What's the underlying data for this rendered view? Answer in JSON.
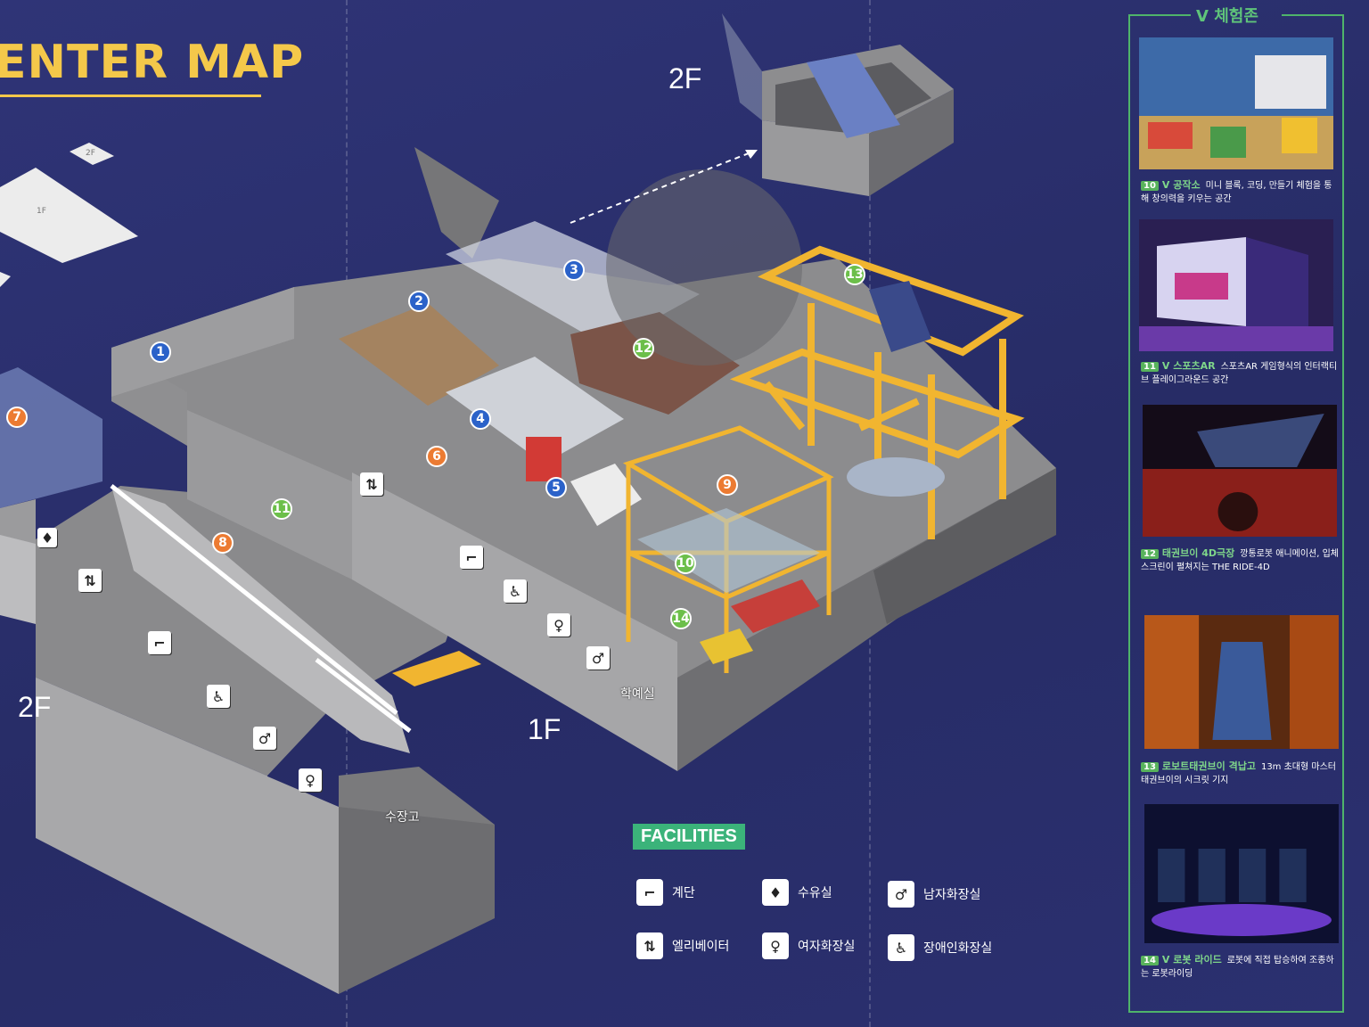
{
  "title": "ENTER MAP",
  "floors": {
    "upper_right": "2F",
    "left": "2F",
    "center": "1F",
    "mini_2f": "2F",
    "mini_1f": "1F"
  },
  "rooms": {
    "classroom": "학예실",
    "storage": "수장고"
  },
  "markers": [
    "1",
    "2",
    "3",
    "4",
    "5",
    "6",
    "7",
    "8",
    "9",
    "10",
    "11",
    "12",
    "13",
    "14"
  ],
  "facilities": {
    "title": "FACILITIES",
    "items": [
      {
        "icon": "stairs-icon",
        "glyph": "⌐",
        "label": "계단"
      },
      {
        "icon": "nursing-room-icon",
        "glyph": "♦",
        "label": "수유실"
      },
      {
        "icon": "mens-restroom-icon",
        "glyph": "♂",
        "label": "남자화장실"
      },
      {
        "icon": "elevator-icon",
        "glyph": "⇅",
        "label": "엘리베이터"
      },
      {
        "icon": "womens-restroom-icon",
        "glyph": "♀",
        "label": "여자화장실"
      },
      {
        "icon": "accessible-restroom-icon",
        "glyph": "♿",
        "label": "장애인화장실"
      }
    ]
  },
  "zone": {
    "title": "V 체험존",
    "items": [
      {
        "num": "10",
        "name": "V 공작소",
        "desc": "미니 블록, 코딩, 만들기 체험을 통해 창의력을 키우는 공간"
      },
      {
        "num": "11",
        "name": "V 스포츠AR",
        "desc": "스포츠AR 게임형식의 인터랙티브 플레이그라운드 공간"
      },
      {
        "num": "12",
        "name": "태권브이 4D극장",
        "desc": "깡통로봇 애니메이션, 입체스크린이 펼쳐지는 THE RIDE-4D"
      },
      {
        "num": "13",
        "name": "로보트태권브이 격납고",
        "desc": "13m 초대형 마스터 태권브이의 시크릿 기지"
      },
      {
        "num": "14",
        "name": "V 로봇 라이드",
        "desc": "로봇에 직접 탑승하여 조종하는 로봇라이딩"
      }
    ]
  },
  "colors": {
    "background": "#2b3070",
    "title": "#f4c84a",
    "accent_green": "#4fb46a",
    "marker_blue": "#2b62c9",
    "marker_orange": "#ec7b32",
    "marker_green": "#6cbf4a",
    "scaffold": "#f1b530"
  }
}
